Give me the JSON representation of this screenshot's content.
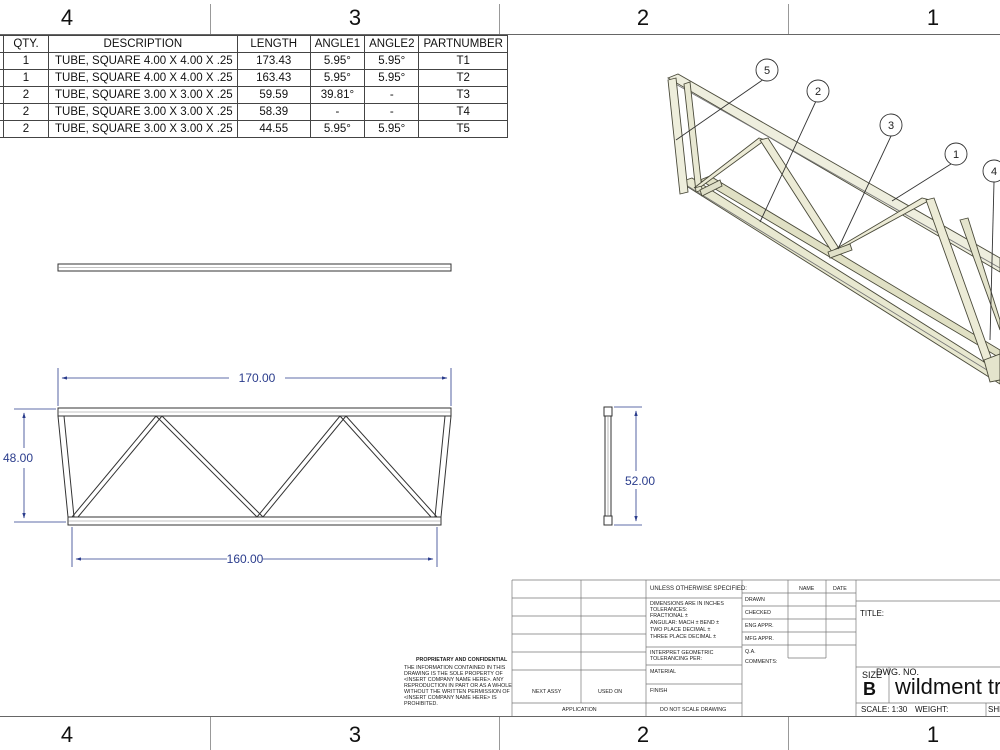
{
  "zones": {
    "top": [
      "4",
      "3",
      "2",
      "1"
    ],
    "bottom": [
      "4",
      "3",
      "2",
      "1"
    ]
  },
  "bom": {
    "headers": {
      "item_partial": "O.",
      "qty": "QTY.",
      "description": "DESCRIPTION",
      "length": "LENGTH",
      "angle1": "ANGLE1",
      "angle2": "ANGLE2",
      "partnumber": "PARTNUMBER"
    },
    "rows": [
      {
        "qty": "1",
        "description": "TUBE, SQUARE 4.00 X 4.00 X .25",
        "length": "173.43",
        "angle1": "5.95°",
        "angle2": "5.95°",
        "partnumber": "T1"
      },
      {
        "qty": "1",
        "description": "TUBE, SQUARE 4.00 X 4.00 X .25",
        "length": "163.43",
        "angle1": "5.95°",
        "angle2": "5.95°",
        "partnumber": "T2"
      },
      {
        "qty": "2",
        "description": "TUBE, SQUARE 3.00 X 3.00 X .25",
        "length": "59.59",
        "angle1": "39.81°",
        "angle2": "-",
        "partnumber": "T3"
      },
      {
        "qty": "2",
        "description": "TUBE, SQUARE 3.00 X 3.00 X .25",
        "length": "58.39",
        "angle1": "-",
        "angle2": "-",
        "partnumber": "T4"
      },
      {
        "qty": "2",
        "description": "TUBE, SQUARE 3.00 X 3.00 X .25",
        "length": "44.55",
        "angle1": "5.95°",
        "angle2": "5.95°",
        "partnumber": "T5"
      }
    ]
  },
  "dimensions": {
    "top_width": "170.00",
    "bottom_width": "160.00",
    "height": "48.00",
    "side_height": "52.00"
  },
  "balloons": [
    "5",
    "2",
    "3",
    "1",
    "4"
  ],
  "title_block": {
    "proprietary_title": "PROPRIETARY AND CONFIDENTIAL",
    "proprietary_text": [
      "THE INFORMATION CONTAINED IN THIS",
      "DRAWING IS THE SOLE PROPERTY OF",
      "<INSERT COMPANY NAME HERE>. ANY",
      "REPRODUCTION IN PART OR AS A WHOLE",
      "WITHOUT THE WRITTEN PERMISSION OF",
      "<INSERT COMPANY NAME HERE> IS",
      "PROHIBITED."
    ],
    "next_assy": "NEXT ASSY",
    "used_on": "USED ON",
    "application": "APPLICATION",
    "unless": "UNLESS OTHERWISE SPECIFIED:",
    "tolerances": [
      "DIMENSIONS ARE IN INCHES",
      "TOLERANCES:",
      "FRACTIONAL ±",
      "ANGULAR: MACH ±   BEND ±",
      "TWO PLACE DECIMAL   ±",
      "THREE PLACE DECIMAL   ±"
    ],
    "interpret": [
      "INTERPRET GEOMETRIC",
      "TOLERANCING PER:"
    ],
    "material": "MATERIAL",
    "finish": "FINISH",
    "do_not_scale": "DO NOT SCALE DRAWING",
    "name_hdr": "NAME",
    "date_hdr": "DATE",
    "roles": [
      "DRAWN",
      "CHECKED",
      "ENG APPR.",
      "MFG APPR.",
      "Q.A.",
      "COMMENTS:"
    ],
    "title_label": "TITLE:",
    "size_label": "SIZE",
    "size_value": "B",
    "dwg_no_label": "DWG. NO.",
    "dwg_no_value": "wildment trim",
    "scale": "SCALE: 1:30",
    "weight": "WEIGHT:",
    "sheet": "SHE"
  }
}
